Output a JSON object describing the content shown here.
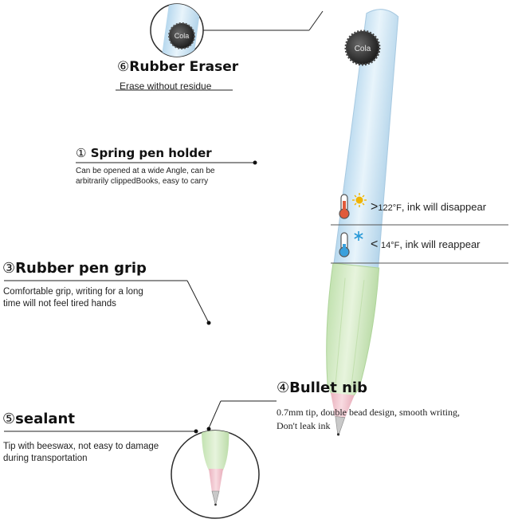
{
  "eraser": {
    "num": "⑥",
    "title": "Rubber Eraser",
    "desc": "Erase without residue"
  },
  "holder": {
    "num": "①",
    "title": "Spring pen holder",
    "desc1": "Can be opened at a wide Angle, can be",
    "desc2": "arbitrarily clippedBooks, easy to carry"
  },
  "grip": {
    "num": "③",
    "title": "Rubber pen grip",
    "desc1": "Comfortable grip, writing for a long",
    "desc2": "time will not feel tired hands"
  },
  "nib": {
    "num": "④",
    "title": "Bullet nib",
    "desc1": "0.7mm tip, double bead design, smooth writing,",
    "desc2": "Don't leak ink"
  },
  "sealant": {
    "num": "⑤",
    "title": "sealant",
    "desc1": "Tip with beeswax, not easy to damage",
    "desc2": "during transportation"
  },
  "temp_hot": {
    "symbol": ">",
    "value": "122",
    "unit": "°F",
    "text": ", ink will disappear"
  },
  "temp_cold": {
    "symbol": "<",
    "value": "14",
    "unit": "°F",
    "text": ", ink will reappear"
  },
  "cap_logo": "Cola",
  "colors": {
    "barrel": "#cfe5f4",
    "grip": "#d8ecc9",
    "tip_pink": "#f2c6cf",
    "hot": "#f0b400",
    "cold": "#2a9ad8"
  }
}
